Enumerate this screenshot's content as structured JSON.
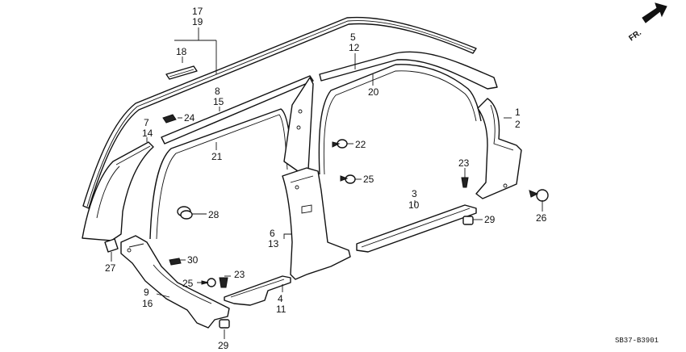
{
  "diagram": {
    "code": "SB37-B3901",
    "direction": "FR.",
    "callouts": {
      "c17_19": [
        "17",
        "19"
      ],
      "c18": [
        "18"
      ],
      "c5_12": [
        "5",
        "12"
      ],
      "c8_15": [
        "8",
        "15"
      ],
      "c24": [
        "24"
      ],
      "c7_14": [
        "7",
        "14"
      ],
      "c20": [
        "20"
      ],
      "c1_2": [
        "1",
        "2"
      ],
      "c22": [
        "22"
      ],
      "c21": [
        "21"
      ],
      "c25a": [
        "25"
      ],
      "c23a": [
        "23"
      ],
      "c3_10": [
        "3",
        "10"
      ],
      "c28": [
        "28"
      ],
      "c26": [
        "26"
      ],
      "c29a": [
        "29"
      ],
      "c6_13": [
        "6",
        "13"
      ],
      "c27": [
        "27"
      ],
      "c30": [
        "30"
      ],
      "c23b": [
        "23"
      ],
      "c25b": [
        "25"
      ],
      "c9_16": [
        "9",
        "16"
      ],
      "c4_11": [
        "4",
        "11"
      ],
      "c29b": [
        "29"
      ]
    }
  }
}
